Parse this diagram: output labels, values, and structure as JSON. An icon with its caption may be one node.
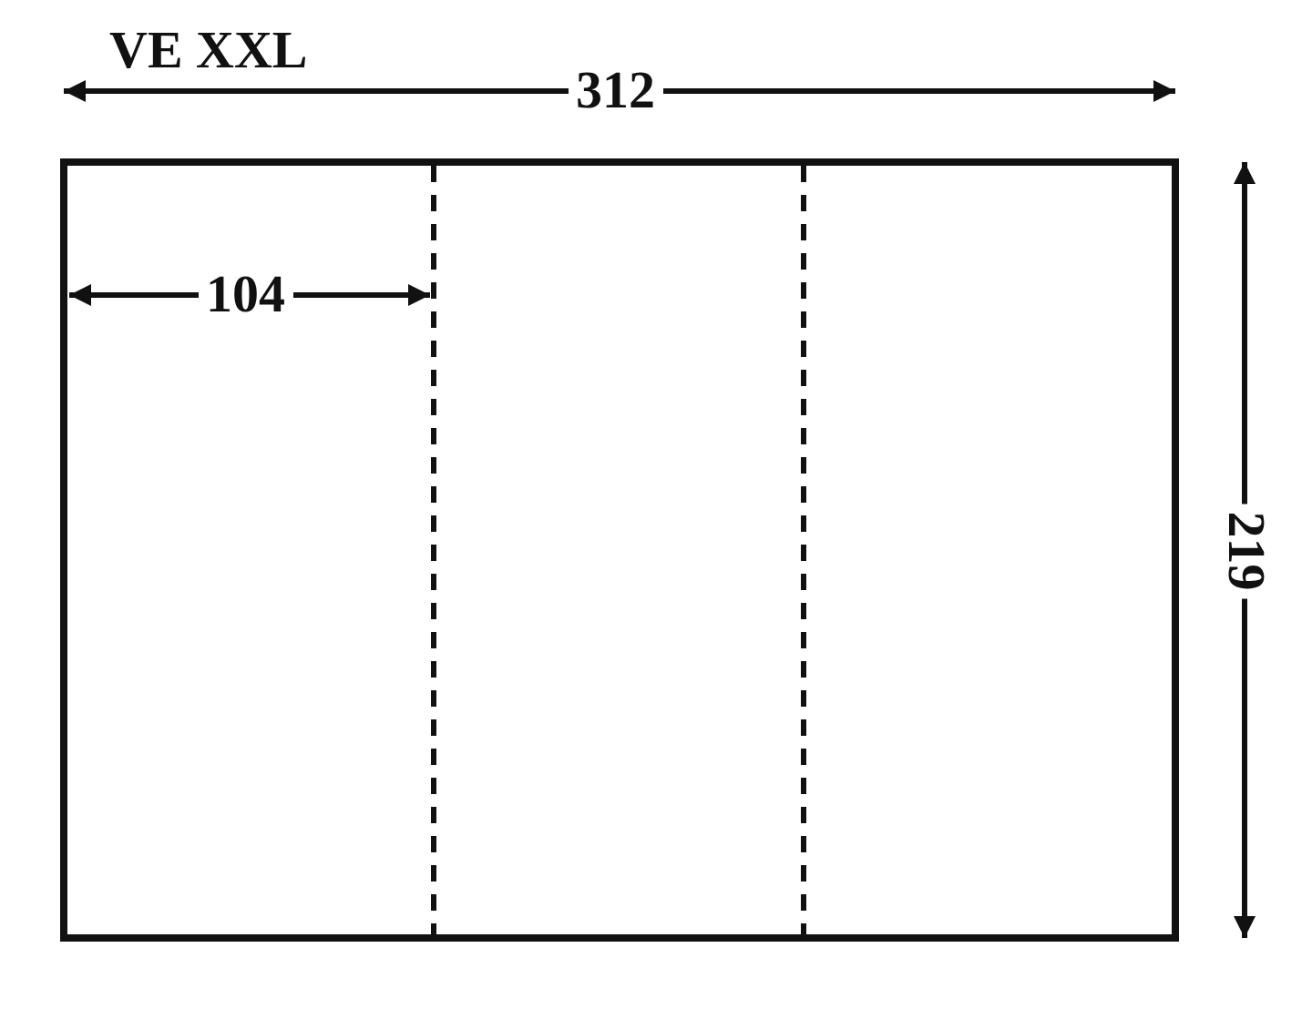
{
  "diagram": {
    "title": "VE XXL",
    "labels": [
      "312",
      "104",
      "219"
    ]
  }
}
